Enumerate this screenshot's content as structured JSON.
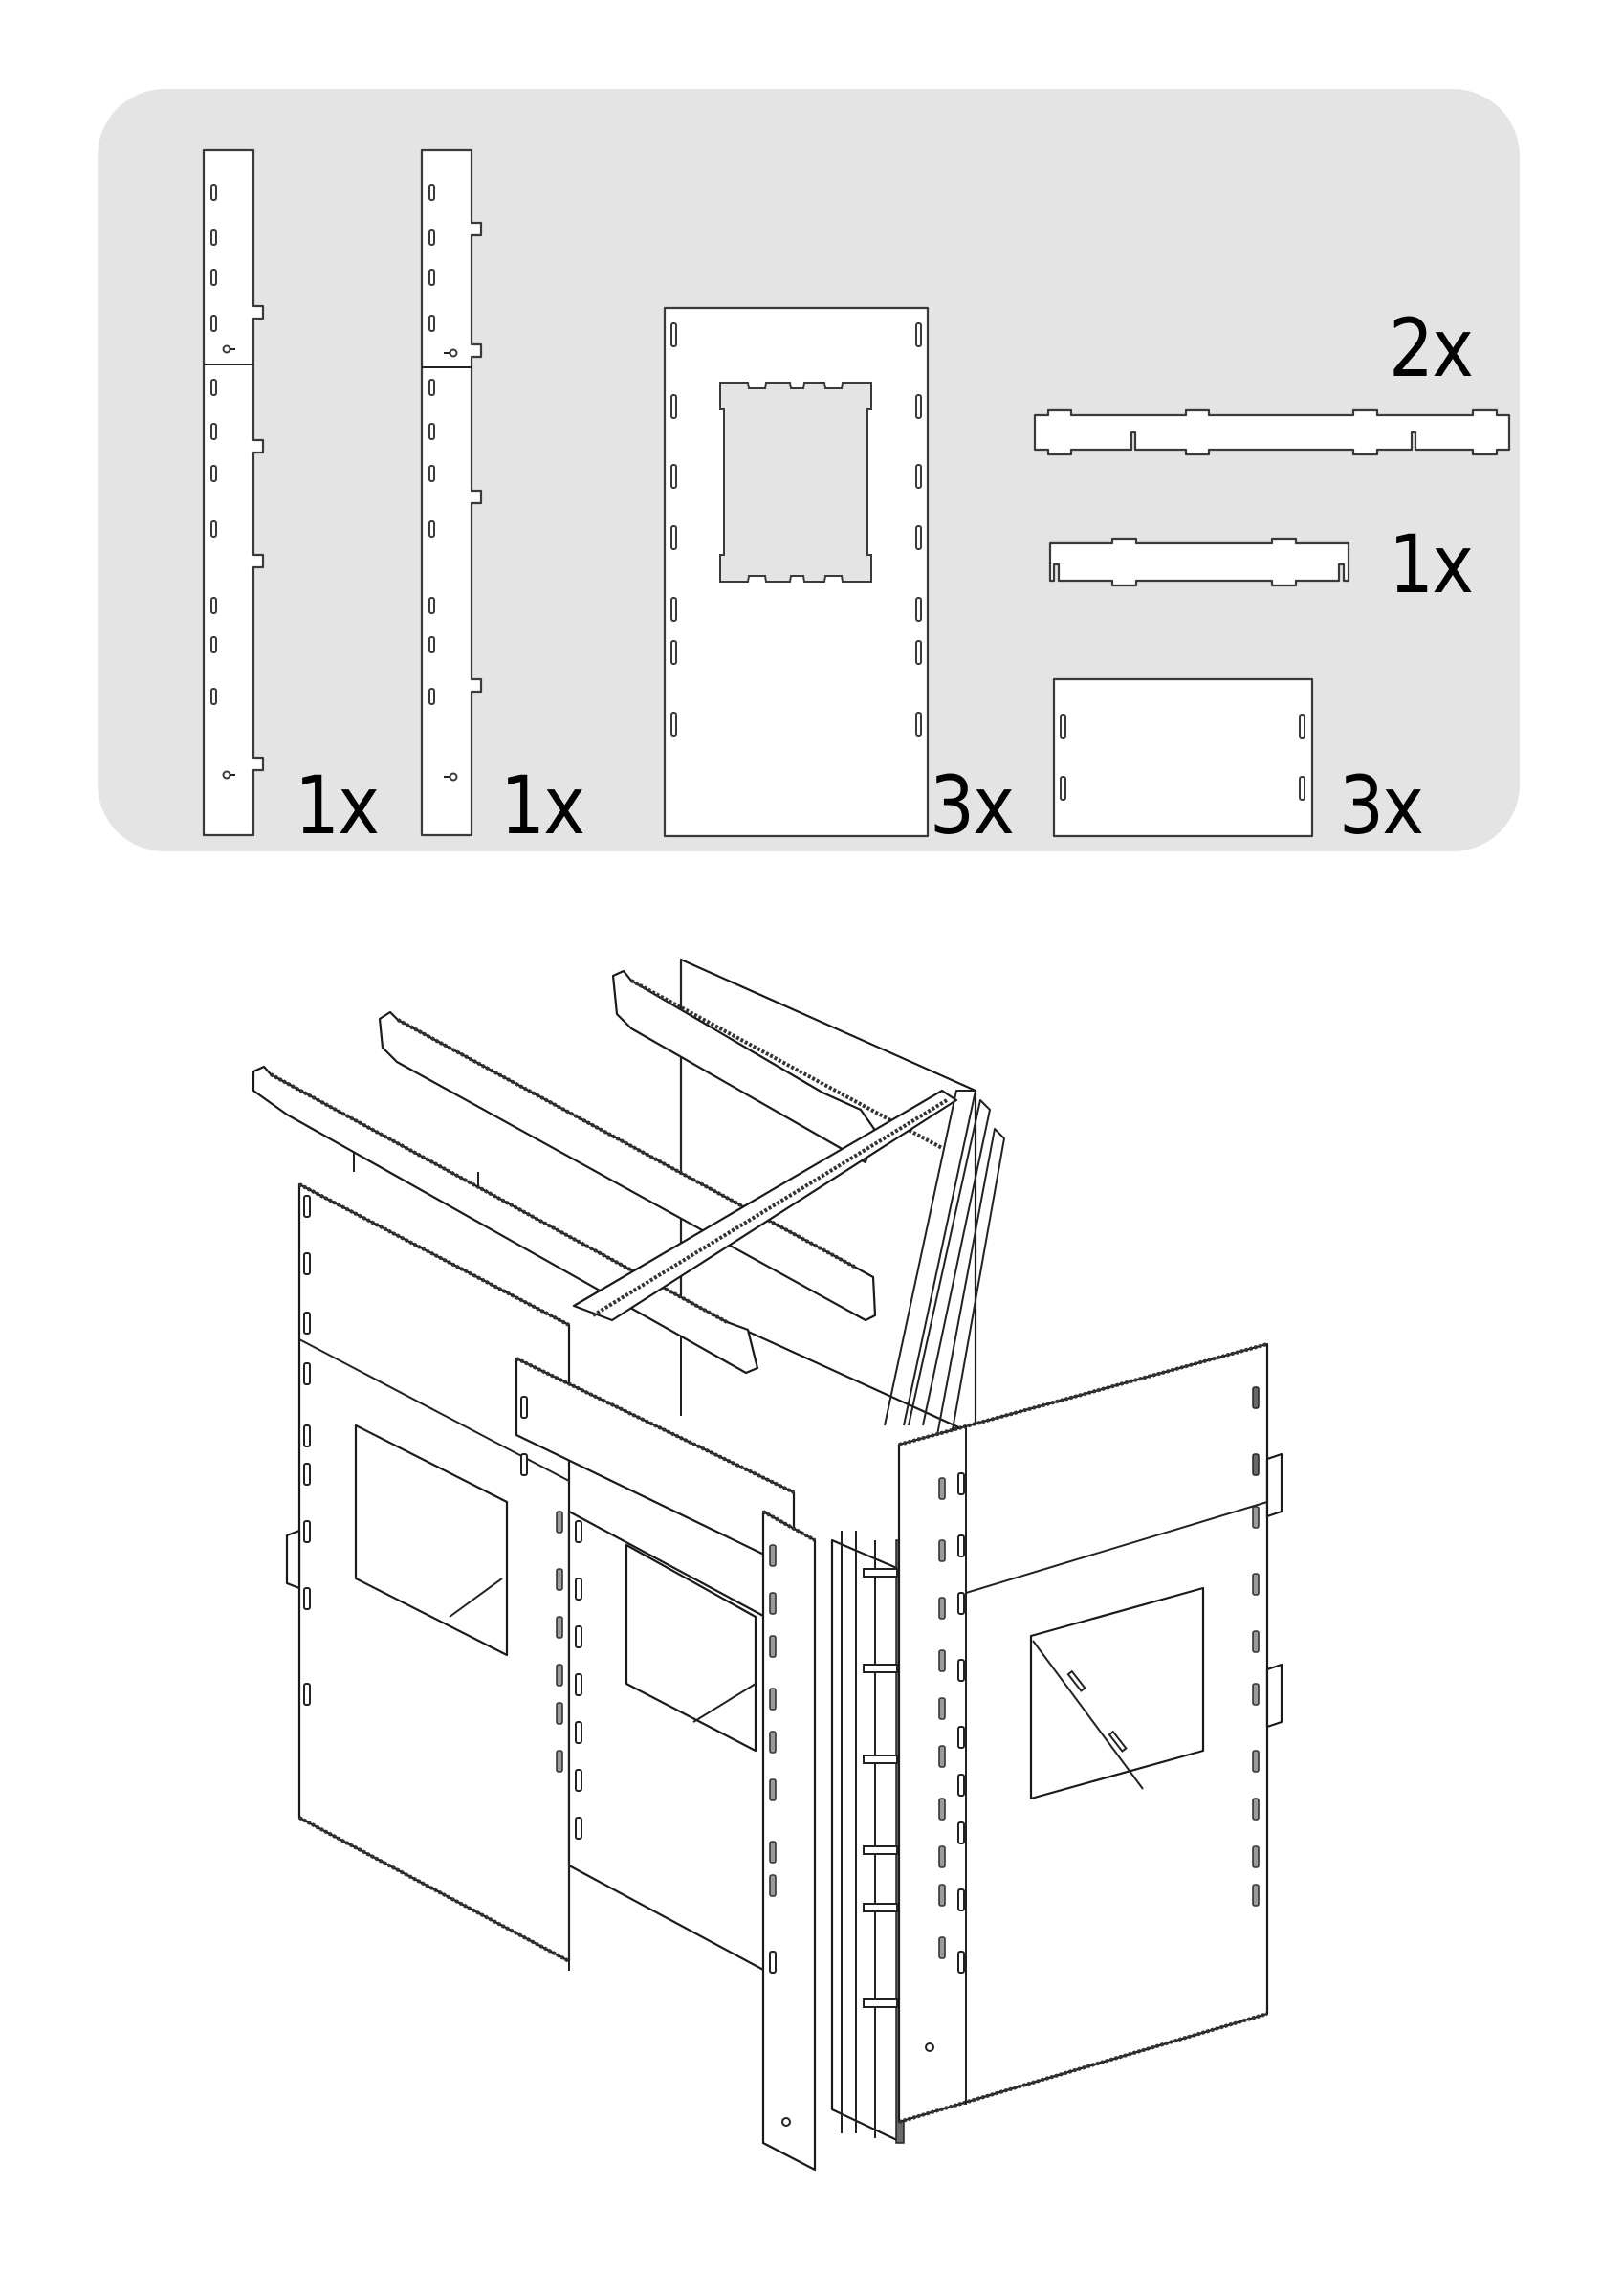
{
  "diagram": {
    "type": "assembly-instruction",
    "parts_panel": {
      "background": "#e4e4e4",
      "parts": [
        {
          "id": "side-rail-a",
          "description": "long vertical rail with side tabs, slots and hole markers",
          "quantity_label": "1x"
        },
        {
          "id": "side-rail-b",
          "description": "long vertical rail (mirrored) with side tabs, slots and hole markers",
          "quantity_label": "1x"
        },
        {
          "id": "window-panel",
          "description": "tall panel with notched rectangular window and edge slots",
          "quantity_label": "3x"
        },
        {
          "id": "long-crossbar",
          "description": "long horizontal crossbar with tabs and two slits",
          "quantity_label": "2x"
        },
        {
          "id": "short-crossbar",
          "description": "short horizontal crossbar with tabs and end slits",
          "quantity_label": "1x"
        },
        {
          "id": "small-panel",
          "description": "small rectangular panel with four slots",
          "quantity_label": "3x"
        }
      ]
    },
    "assembly_view": {
      "description": "isometric exploded view of assembled box with three window panels, crossbars on top and side rails"
    }
  }
}
